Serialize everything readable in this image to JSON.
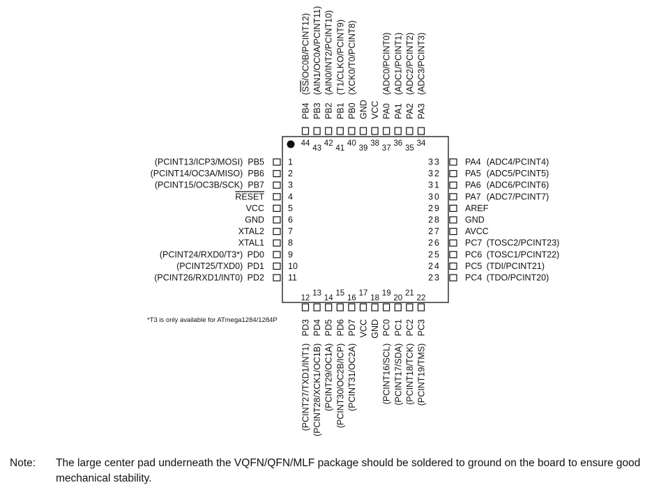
{
  "pins": {
    "left": [
      {
        "number": "1",
        "name": "PB5",
        "alt": "(PCINT13/ICP3/MOSI)"
      },
      {
        "number": "2",
        "name": "PB6",
        "alt": "(PCINT14/OC3A/MISO)"
      },
      {
        "number": "3",
        "name": "PB7",
        "alt": "(PCINT15/OC3B/SCK)"
      },
      {
        "number": "4",
        "name": "RESET",
        "alt": "",
        "overline": true
      },
      {
        "number": "5",
        "name": "VCC",
        "alt": ""
      },
      {
        "number": "6",
        "name": "GND",
        "alt": ""
      },
      {
        "number": "7",
        "name": "XTAL2",
        "alt": ""
      },
      {
        "number": "8",
        "name": "XTAL1",
        "alt": ""
      },
      {
        "number": "9",
        "name": "PD0",
        "alt": "(PCINT24/RXD0/T3*)"
      },
      {
        "number": "10",
        "name": "PD1",
        "alt": "(PCINT25/TXD0)"
      },
      {
        "number": "11",
        "name": "PD2",
        "alt": "(PCINT26/RXD1/INT0)"
      }
    ],
    "right": [
      {
        "number": "33",
        "name": "PA4",
        "alt": "(ADC4/PCINT4)"
      },
      {
        "number": "32",
        "name": "PA5",
        "alt": "(ADC5/PCINT5)"
      },
      {
        "number": "31",
        "name": "PA6",
        "alt": "(ADC6/PCINT6)"
      },
      {
        "number": "30",
        "name": "PA7",
        "alt": "(ADC7/PCINT7)"
      },
      {
        "number": "29",
        "name": "AREF",
        "alt": ""
      },
      {
        "number": "28",
        "name": "GND",
        "alt": ""
      },
      {
        "number": "27",
        "name": "AVCC",
        "alt": ""
      },
      {
        "number": "26",
        "name": "PC7",
        "alt": "(TOSC2/PCINT23)"
      },
      {
        "number": "25",
        "name": "PC6",
        "alt": "(TOSC1/PCINT22)"
      },
      {
        "number": "24",
        "name": "PC5",
        "alt": "(TDI/PCINT21)"
      },
      {
        "number": "23",
        "name": "PC4",
        "alt": "(TDO/PCINT20)"
      }
    ],
    "top": [
      {
        "number": "44",
        "name": "PB4",
        "alt": "(SS/OC0B/PCINT12)",
        "alt_overline_prefix": "SS"
      },
      {
        "number": "43",
        "name": "PB3",
        "alt": "(AIN1/OC0A/PCINT11)"
      },
      {
        "number": "42",
        "name": "PB2",
        "alt": "(AIN0/INT2/PCINT10)"
      },
      {
        "number": "41",
        "name": "PB1",
        "alt": "(T1/CLKO/PCINT9)"
      },
      {
        "number": "40",
        "name": "PB0",
        "alt": "(XCK0/T0/PCINT8)"
      },
      {
        "number": "39",
        "name": "GND",
        "alt": ""
      },
      {
        "number": "38",
        "name": "VCC",
        "alt": ""
      },
      {
        "number": "37",
        "name": "PA0",
        "alt": "(ADC0/PCINT0)"
      },
      {
        "number": "36",
        "name": "PA1",
        "alt": "(ADC1/PCINT1)"
      },
      {
        "number": "35",
        "name": "PA2",
        "alt": "(ADC2/PCINT2)"
      },
      {
        "number": "34",
        "name": "PA3",
        "alt": "(ADC3/PCINT3)"
      }
    ],
    "bottom": [
      {
        "number": "12",
        "name": "PD3",
        "alt": "(PCINT27/TXD1/INT1)"
      },
      {
        "number": "13",
        "name": "PD4",
        "alt": "(PCINT28/XCK1/OC1B)"
      },
      {
        "number": "14",
        "name": "PD5",
        "alt": "(PCINT29/OC1A)"
      },
      {
        "number": "15",
        "name": "PD6",
        "alt": "(PCINT30/OC2B/ICP)"
      },
      {
        "number": "16",
        "name": "PD7",
        "alt": "(PCINT31/OC2A)"
      },
      {
        "number": "17",
        "name": "VCC",
        "alt": ""
      },
      {
        "number": "18",
        "name": "GND",
        "alt": ""
      },
      {
        "number": "19",
        "name": "PC0",
        "alt": "(PCINT16/SCL)"
      },
      {
        "number": "20",
        "name": "PC1",
        "alt": "(PCINT17/SDA)"
      },
      {
        "number": "21",
        "name": "PC2",
        "alt": "(PCINT18/TCK)"
      },
      {
        "number": "22",
        "name": "PC3",
        "alt": "(PCINT19/TMS)"
      }
    ]
  },
  "footnote": "*T3 is only available for ATmega1284/1284P",
  "note": {
    "label": "Note:",
    "text": "The large center pad underneath the VQFN/QFN/MLF package should be soldered to ground on the board to ensure good mechanical stability."
  }
}
